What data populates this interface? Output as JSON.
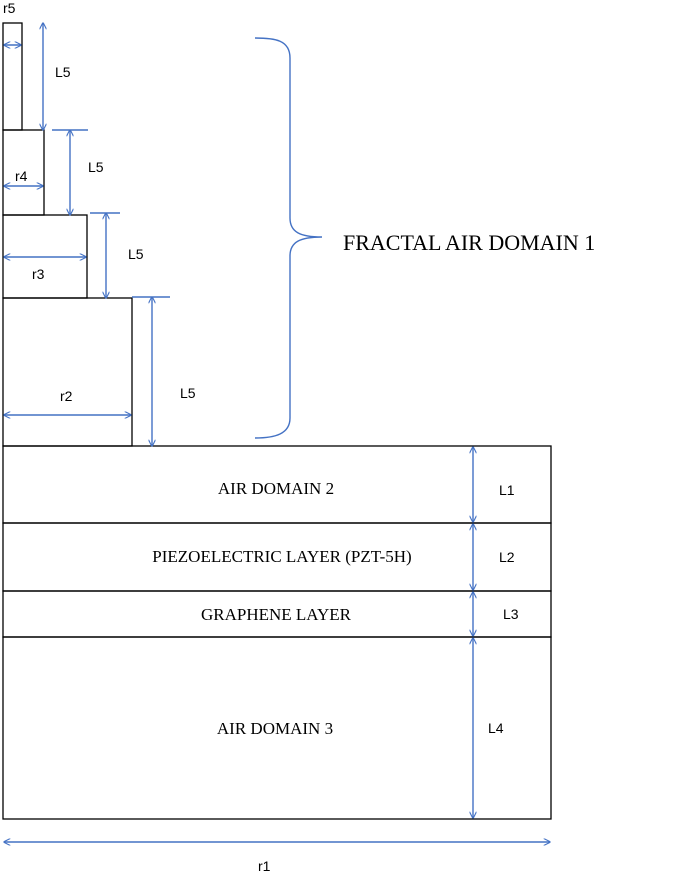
{
  "colors": {
    "outline": "#000000",
    "dimension": "#4472C4",
    "background": "#FFFFFF"
  },
  "fractal": {
    "label": "FRACTAL AIR DOMAIN 1",
    "radii": [
      "r5",
      "r4",
      "r3",
      "r2"
    ],
    "heights": [
      "L5",
      "L5",
      "L5",
      "L5"
    ]
  },
  "layers": [
    {
      "label": "AIR DOMAIN 2",
      "thickness": "L1"
    },
    {
      "label": "PIEZOELECTRIC LAYER (PZT-5H)",
      "thickness": "L2"
    },
    {
      "label": "GRAPHENE LAYER",
      "thickness": "L3"
    },
    {
      "label": "AIR DOMAIN 3",
      "thickness": "L4"
    }
  ],
  "base_radius": "r1"
}
